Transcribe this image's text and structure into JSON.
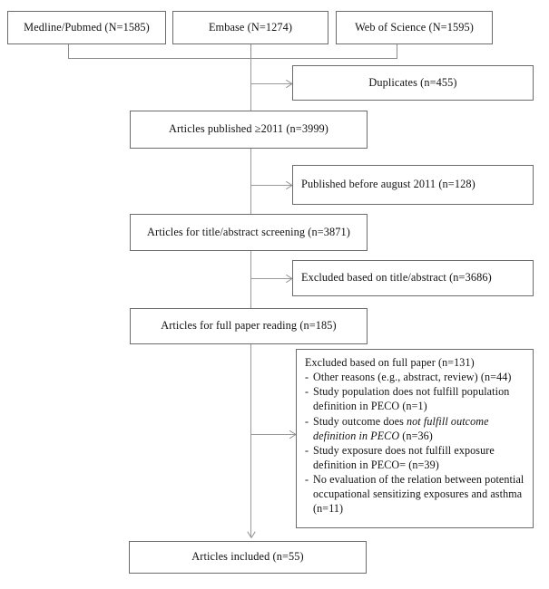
{
  "diagram": {
    "title": "PRISMA study selection flow diagram",
    "sources": [
      {
        "name": "source-medline",
        "label": "Medline/Pubmed (N=1585)"
      },
      {
        "name": "source-embase",
        "label": "Embase (N=1274)"
      },
      {
        "name": "source-wos",
        "label": "Web of Science (N=1595)"
      }
    ],
    "flow": {
      "published_2011": "Articles published ≥2011 (n=3999)",
      "title_abstract_screening": "Articles for title/abstract screening (n=3871)",
      "full_paper_reading": "Articles for full paper reading (n=185)",
      "included": "Articles included (n=55)"
    },
    "exclusions": {
      "duplicates": "Duplicates (n=455)",
      "before_august_2011": "Published before august 2011 (n=128)",
      "excluded_title_abstract": "Excluded based on title/abstract (n=3686)",
      "excluded_full_paper": {
        "heading": "Excluded based on full paper (n=131)",
        "dash": "-",
        "reasons": [
          {
            "plain_before": "Other reasons (e.g., abstract, review) (n=44)",
            "italic": "",
            "plain_after": ""
          },
          {
            "plain_before": "Study population does not fulfill population definition in PECO (n=1)",
            "italic": "",
            "plain_after": ""
          },
          {
            "plain_before": "Study outcome does ",
            "italic": "not fulfill outcome definition in PECO",
            "plain_after": " (n=36)"
          },
          {
            "plain_before": "Study exposure does not fulfill exposure definition in PECO= (n=39)",
            "italic": "",
            "plain_after": ""
          },
          {
            "plain_before": "No evaluation of the relation between potential occupational sensitizing exposures and asthma (n=11)",
            "italic": "",
            "plain_after": ""
          }
        ]
      }
    },
    "colors": {
      "box_border": "#6b6b6b",
      "connector": "#9a9a9a",
      "text": "#121212",
      "background": "#ffffff"
    }
  }
}
